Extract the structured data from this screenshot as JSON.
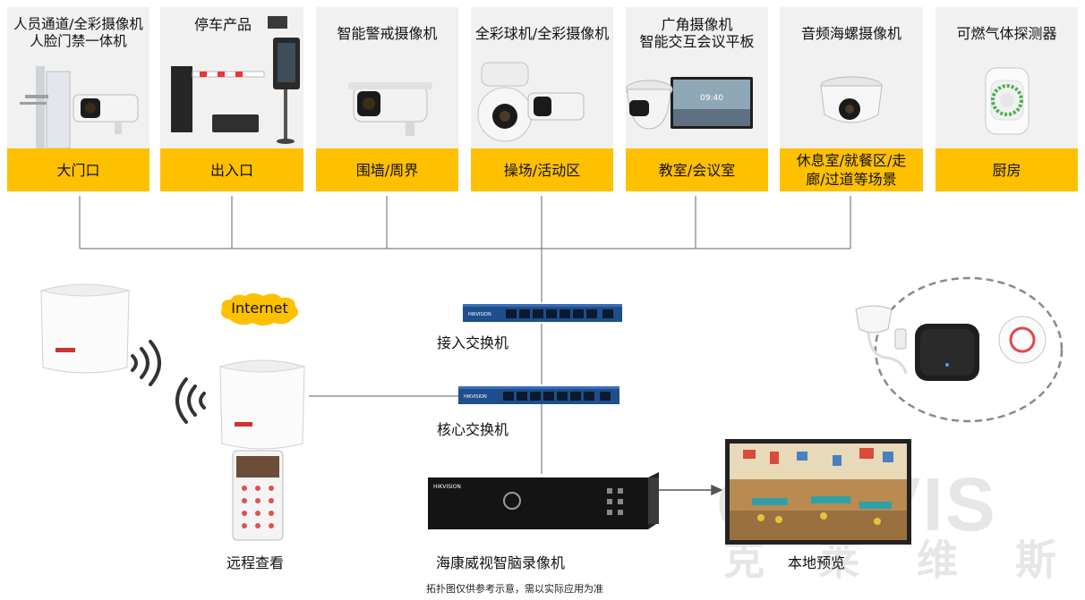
{
  "devices": [
    {
      "title": "人员通道/全彩摄像机\n人脸门禁一体机",
      "location": "大门口",
      "icon": "turnstile-camera-icon"
    },
    {
      "title": "停车产品",
      "location": "出入口",
      "icon": "parking-barrier-icon"
    },
    {
      "title": "智能警戒摄像机",
      "location": "围墙/周界",
      "icon": "bullet-camera-icon"
    },
    {
      "title": "全彩球机/全彩摄像机",
      "location": "操场/活动区",
      "icon": "ptz-dome-camera-icon"
    },
    {
      "title": "广角摄像机\n智能交互会议平板",
      "location": "教室/会议室",
      "icon": "meeting-panel-icon",
      "screen_time": "09:40"
    },
    {
      "title": "音频海螺摄像机",
      "location": "休息室/就餐区/走\n廊/过道等场景",
      "icon": "turret-camera-icon"
    },
    {
      "title": "可燃气体探测器",
      "location": "厨房",
      "icon": "gas-detector-icon"
    }
  ],
  "network": {
    "internet_label": "Internet",
    "access_switch_label": "接入交换机",
    "core_switch_label": "核心交换机",
    "nvr_label": "海康威视智脑录像机",
    "local_preview_label": "本地预览",
    "remote_view_label": "远程查看",
    "brand_badge": "HIKVISION"
  },
  "watermark": {
    "line1": "CLAVIS",
    "line2": [
      "克",
      "莱",
      "维",
      "斯"
    ]
  },
  "footnote": "拓扑图仅供参考示意，需以实际应用为准"
}
